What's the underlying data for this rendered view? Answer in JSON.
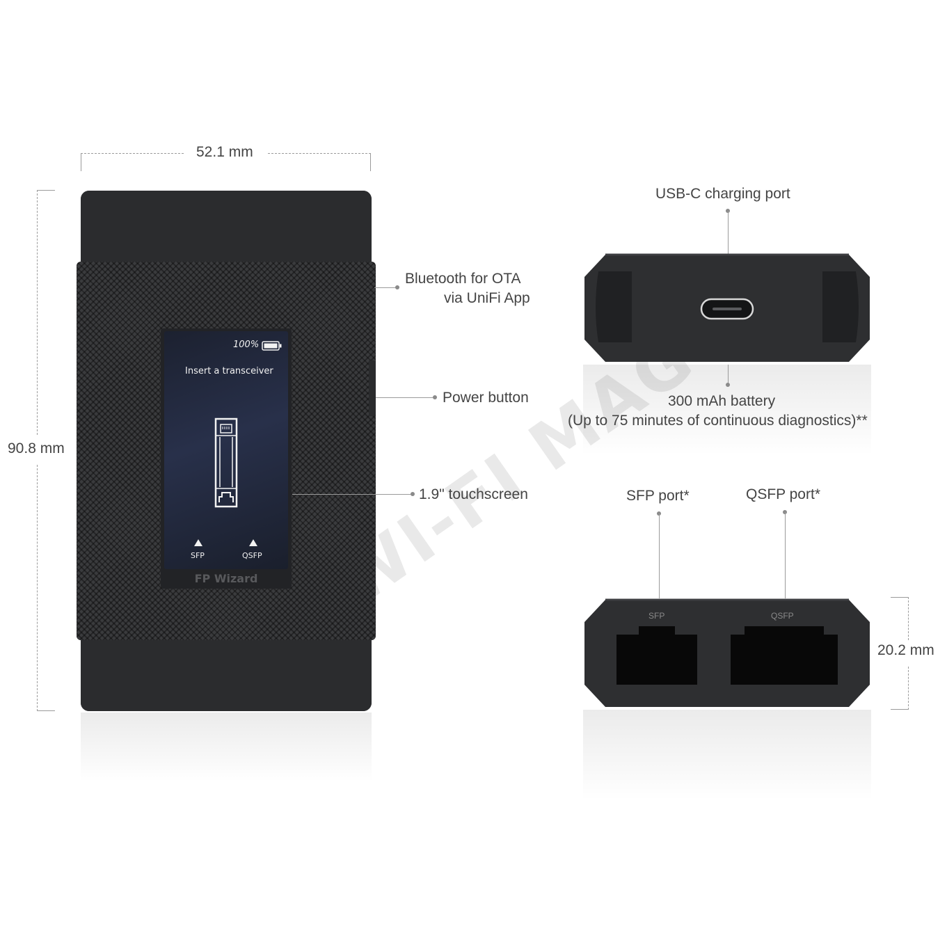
{
  "dimensions": {
    "width": "52.1 mm",
    "height": "90.8 mm",
    "depth": "20.2 mm"
  },
  "callouts": {
    "bluetooth_line1": "Bluetooth for OTA",
    "bluetooth_line2": "via UniFi App",
    "power": "Power button",
    "touchscreen": "1.9\" touchscreen",
    "usb": "USB-C charging port",
    "battery_line1": "300 mAh battery",
    "battery_line2": "(Up to 75 minutes of continuous diagnostics)**",
    "sfp": "SFP port*",
    "qsfp": "QSFP port*"
  },
  "screen": {
    "battery_percent": "100%",
    "message": "Insert a transceiver",
    "sfp_label": "SFP",
    "qsfp_label": "QSFP",
    "brand": "FP Wizard"
  },
  "port_face": {
    "sfp_label": "SFP",
    "qsfp_label": "QSFP"
  },
  "watermark": "WI-FI MAG",
  "colors": {
    "device_body": "#2e2f31",
    "screen_bg": "#28304a",
    "leader_line": "#9a9a9a"
  }
}
